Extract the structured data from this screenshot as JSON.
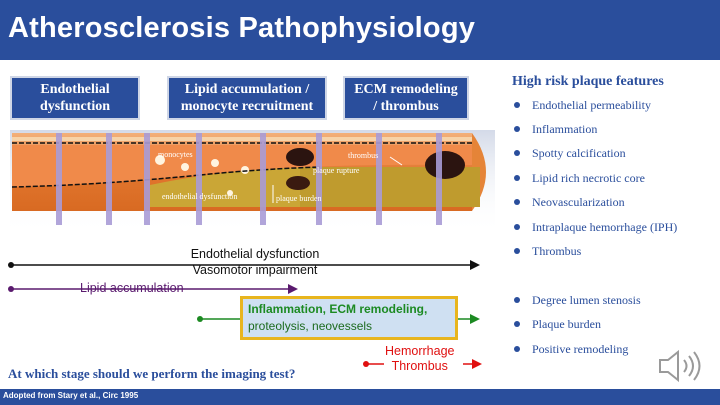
{
  "title": "Atherosclerosis Pathophysiology",
  "stages": [
    "Endothelial dysfunction",
    "Lipid accumulation / monocyte recruitment",
    "ECM remodeling / thrombus"
  ],
  "artery_labels": {
    "monocytes": "monocytes",
    "thrombus": "thrombus",
    "plaque_rupture": "plaque rupture",
    "endothelial_dysfunction": "endothelial dysfunction",
    "plaque_burden": "plaque burden"
  },
  "timeline": {
    "line1": "Endothelial dysfunction",
    "line2": "Vasomotor impairment",
    "lipid": "Lipid accumulation",
    "inflammation": "Inflammation, ECM remodeling,",
    "proteolysis": "proteolysis, neovessels",
    "hemorrhage": "Hemorrhage",
    "thrombus": "Thrombus"
  },
  "question": "At which stage should we perform the imaging test?",
  "footer": "Adopted from Stary et al., Circ 1995",
  "right_panel": {
    "title": "High risk plaque features",
    "features": [
      "Endothelial permeability",
      "Inflammation",
      "Spotty calcification",
      "Lipid rich necrotic core",
      "Neovascularization",
      "Intraplaque hemorrhage (IPH)",
      "Thrombus"
    ],
    "features2": [
      "Degree lumen stenosis",
      "Plaque burden",
      "Positive remodeling"
    ]
  },
  "colors": {
    "title_bar": "#2a4e9c",
    "stage_box": "#2a4e9c",
    "lipid_line": "#5a1a6e",
    "inflammation_line": "#1c8a22",
    "hemorrhage_line": "#e01010",
    "highlight_border": "#e8b51e"
  }
}
